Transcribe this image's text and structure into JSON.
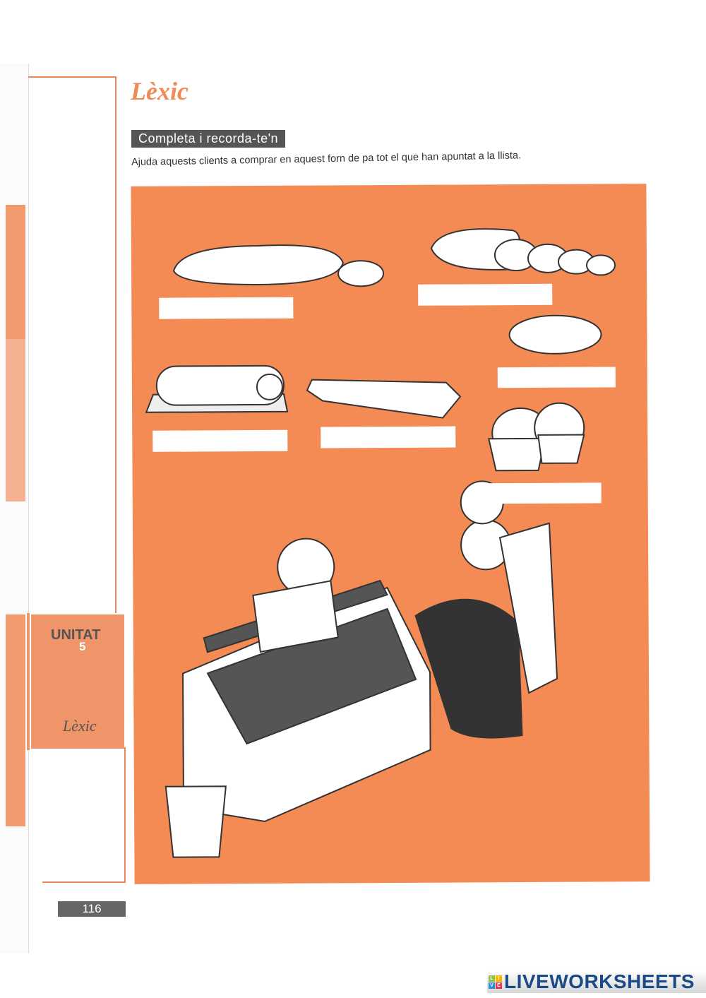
{
  "sidebar": {
    "unit_label": "UNITAT",
    "unit_number": "5",
    "section_label": "Lèxic"
  },
  "header": {
    "title": "Lèxic",
    "section_heading": "Completa i recorda-te'n"
  },
  "instructions": "Ajuda aquests clients a comprar en aquest forn de pa tot el que han apuntat a la llista.",
  "answers": [
    {
      "item": "baguette",
      "value": ""
    },
    {
      "item": "sliced-loaf",
      "value": ""
    },
    {
      "item": "flatbread",
      "value": ""
    },
    {
      "item": "swiss-roll",
      "value": ""
    },
    {
      "item": "pastry-strip",
      "value": ""
    },
    {
      "item": "muffins",
      "value": ""
    }
  ],
  "page_number": "116",
  "footer": {
    "logo_text": "LIVEWORKSHEETS",
    "logo_letters": [
      "L",
      "I",
      "V",
      "E"
    ]
  },
  "colors": {
    "accent": "#f48b55",
    "text": "#333333",
    "logo": "#1b4a86"
  }
}
